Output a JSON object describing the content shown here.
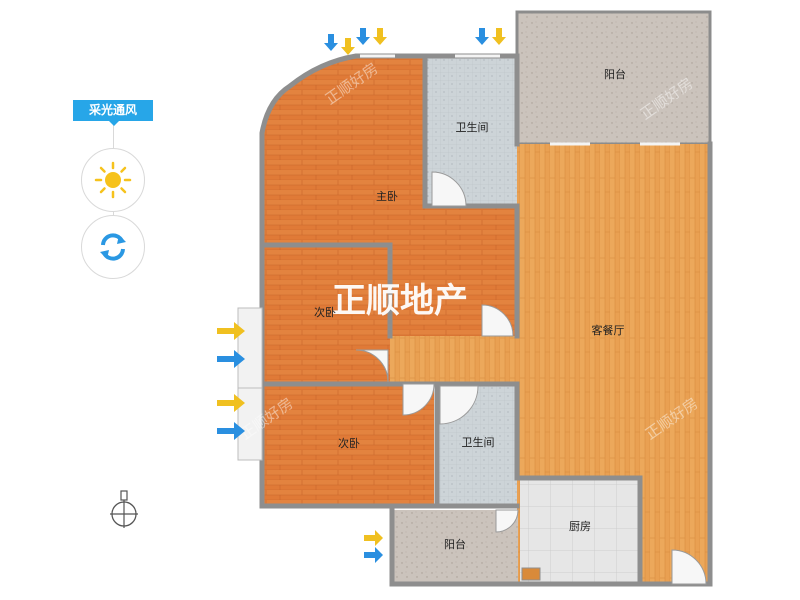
{
  "legend": {
    "title": "采光通风",
    "sun_icon": "sun-icon",
    "ventilation_icon": "ventilation-cycle-icon"
  },
  "rooms": {
    "master_bedroom": "主卧",
    "bathroom_top": "卫生间",
    "balcony_top": "阳台",
    "bedroom_middle": "次卧",
    "living_dining": "客餐厅",
    "bedroom_bottom": "次卧",
    "bathroom_bottom": "卫生间",
    "kitchen": "厨房",
    "balcony_bottom": "阳台"
  },
  "watermark": {
    "main": "正顺地产",
    "small": "正顺好房"
  },
  "compass_icon": "compass-north-icon",
  "colors": {
    "wood_floor": "#e07a37",
    "living_floor": "#e8a050",
    "tile": "#c8d0d4",
    "balcony_tile": "#c9c1bb",
    "wall": "#8c8c8c",
    "accent_blue": "#27a6e8",
    "arrow_yellow": "#f0c020",
    "arrow_blue": "#2a8fe0"
  }
}
